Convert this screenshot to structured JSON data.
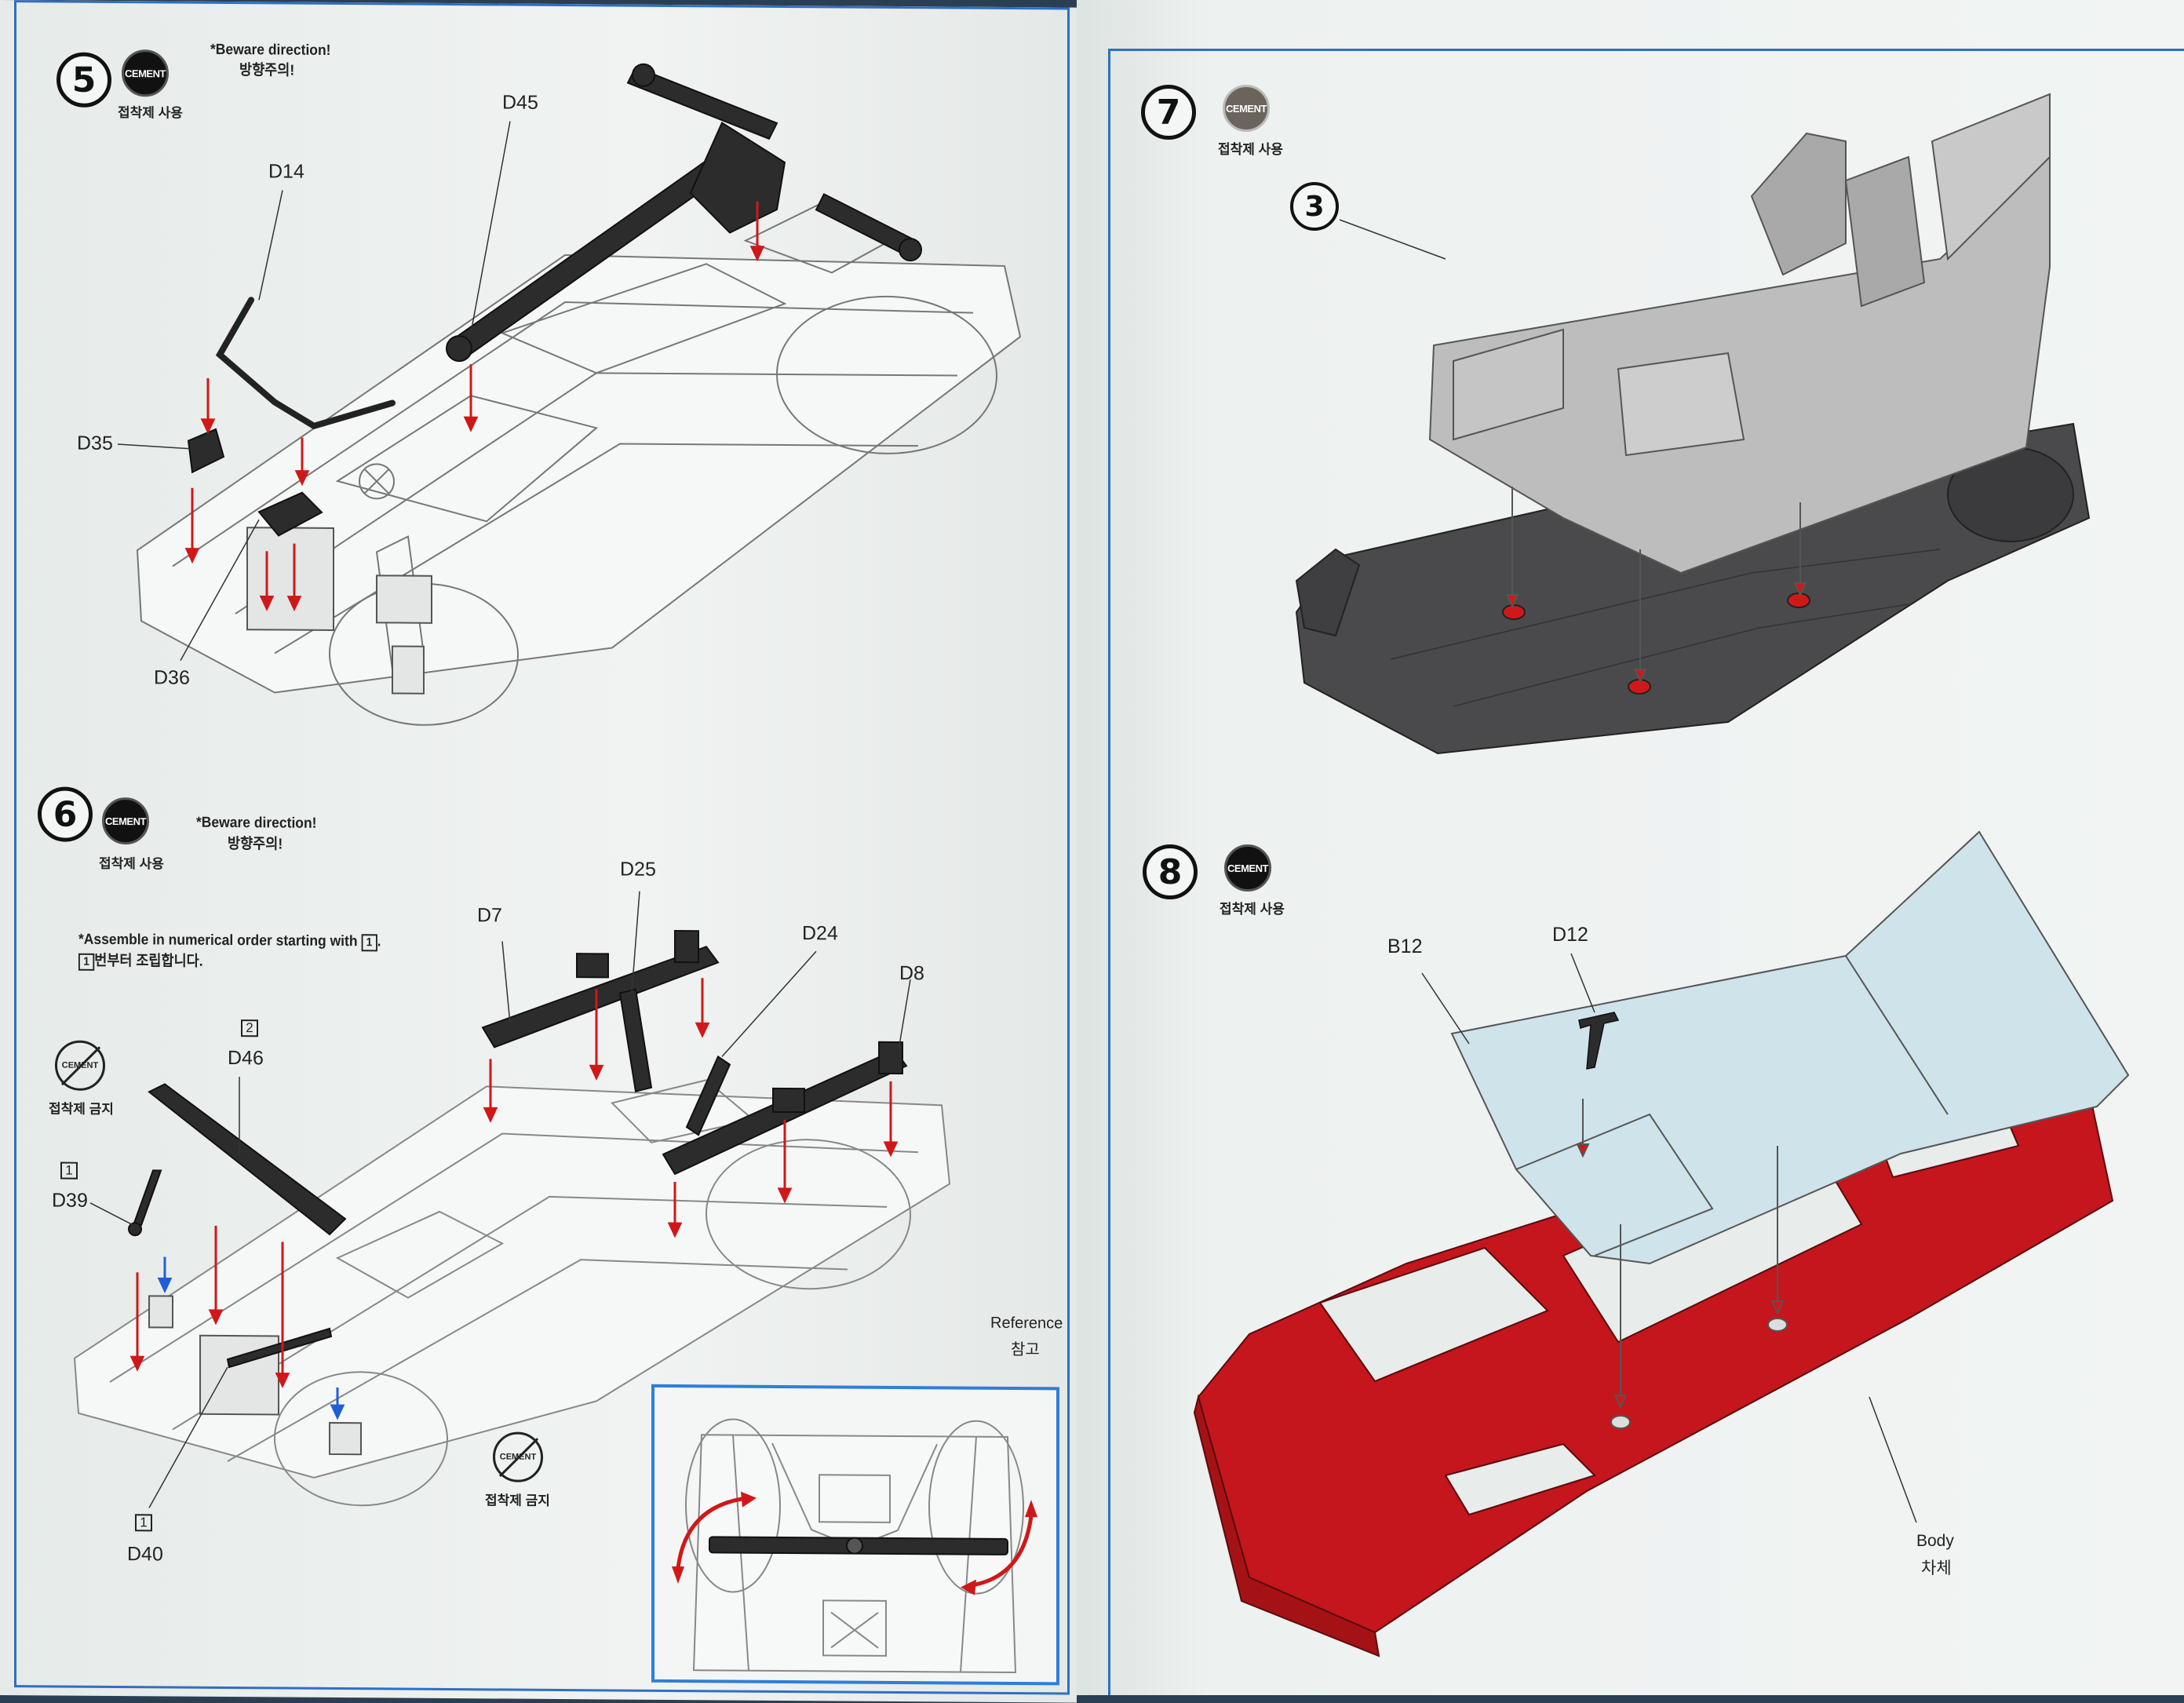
{
  "left_page": {
    "step5": {
      "number": "5",
      "cement": "CEMENT",
      "cement_note": "접착제 사용",
      "direction_note_en": "*Beware direction!",
      "direction_note_ko": "방향주의!",
      "parts": {
        "d45": "D45",
        "d14": "D14",
        "d35": "D35",
        "d36": "D36"
      }
    },
    "step6": {
      "number": "6",
      "cement": "CEMENT",
      "cement_note": "접착제 사용",
      "direction_note_en": "*Beware direction!",
      "direction_note_ko": "방향주의!",
      "order_note_en": "*Assemble in numerical order starting with",
      "order_tag": "1",
      "order_note_en_end": ".",
      "order_note_ko": "번부터 조립합니다.",
      "no_cement": "CEMENT",
      "no_cement_note": "접착제 금지",
      "parts": {
        "d25": "D25",
        "d7": "D7",
        "d24": "D24",
        "d8": "D8",
        "d46": "D46",
        "d46_tag": "2",
        "d39": "D39",
        "d39_tag": "1",
        "d40": "D40",
        "d40_tag": "1"
      },
      "reference_en": "Reference",
      "reference_ko": "참고"
    }
  },
  "right_page": {
    "step7": {
      "number": "7",
      "cement": "CEMENT",
      "cement_note": "접착제 사용",
      "subassembly": "3"
    },
    "step8": {
      "number": "8",
      "cement": "CEMENT",
      "cement_note": "접착제 사용",
      "parts": {
        "b12": "B12",
        "d12": "D12"
      },
      "body_en": "Body",
      "body_ko": "차체"
    }
  },
  "colors": {
    "frame_blue": "#2f6fc4",
    "body_red": "#c4161c",
    "chassis_dark": "#4a4a4c",
    "interior_grey": "#bdbdbd",
    "hood_blue": "#cfe3ea",
    "arrow_red": "#d01818",
    "arrow_blue": "#1e5fd8"
  }
}
